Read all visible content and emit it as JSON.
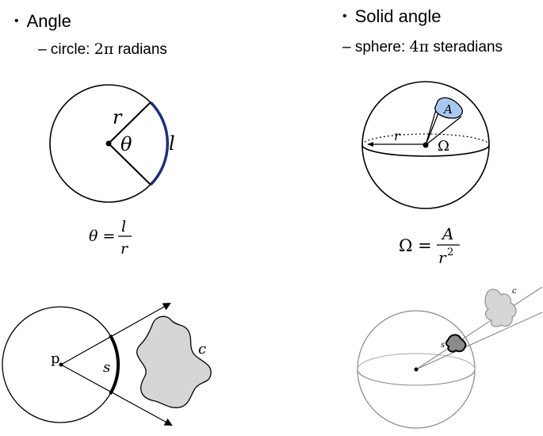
{
  "left": {
    "heading": "Angle",
    "sub_prefix": "– circle: ",
    "sub_value": "2π",
    "sub_unit": " radians",
    "labels": {
      "radius": "r",
      "angle": "θ",
      "arc": "l"
    },
    "formula": {
      "lhs": "θ =",
      "num": "l",
      "den": "r"
    },
    "bottom": {
      "point": "p",
      "arc": "s",
      "blob": "c"
    }
  },
  "right": {
    "heading": "Solid angle",
    "sub_prefix": "– sphere: ",
    "sub_value": "4π",
    "sub_unit": " steradians",
    "labels": {
      "area": "A",
      "radius": "r",
      "solid_angle": "Ω"
    },
    "formula": {
      "lhs": "Ω =",
      "num": "A",
      "den": "r",
      "den_exp": "2"
    },
    "bottom": {
      "patch": "s",
      "blob": "c"
    }
  },
  "colors": {
    "arc_blue": "#1f2f7a",
    "patch_blue": "#a8c8f0",
    "blob_gray": "#d6d6d6"
  }
}
